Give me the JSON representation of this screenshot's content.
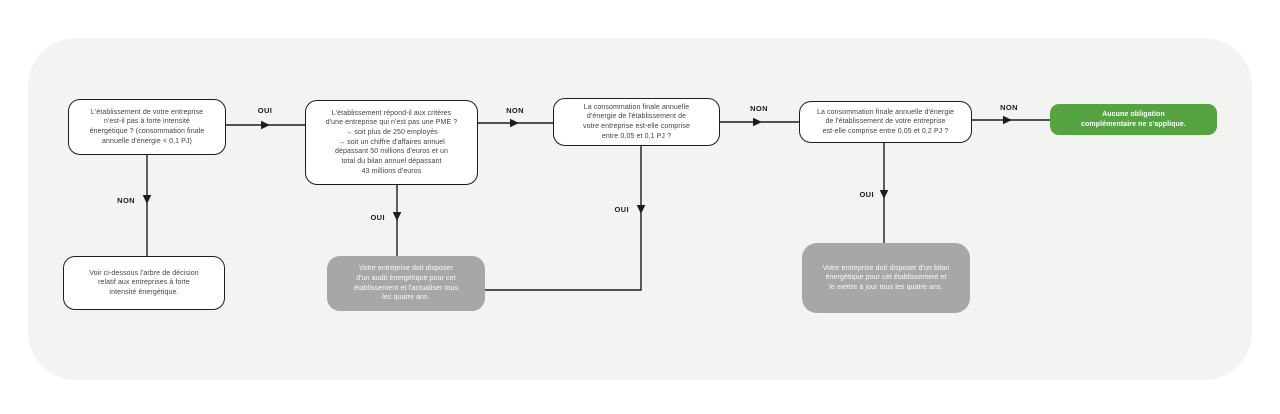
{
  "flowchart": {
    "nodes": {
      "q1": "L'établissement de votre entreprise\nn'est-il pas à forte intensité\nénergétique ? (consommation finale\nannuelle d'énergie < 0,1 PJ)",
      "q2": "L'établissement répond-il aux critères\nd'une entreprise qui n'est pas une PME ?\n→ soit plus de 250 employés\n→ soit un chiffre d'affaires annuel\ndépassant 50 millions d'euros et un\ntotal du bilan annuel dépassant\n43 millions d'euros",
      "q3": "La consommation finale annuelle\nd'énergie de l'établissement de\nvotre entreprise est-elle comprise\nentre 0,05 et 0,1 PJ ?",
      "q4": "La consommation finale annuelle d'énergie\nde l'établissement de votre entreprise\nest-elle comprise entre 0,05 et 0,2 PJ ?",
      "no_obligation": "Aucune obligation\ncomplémentaire ne s'applique.",
      "see_below": "Voir ci-dessous l'arbre de décision\nrelatif aux entreprises à forte\nintensité énergétique.",
      "audit": "Votre entreprise doit disposer\nd'un audit énergétique pour cet\nétablissement et l'actualiser tous\nles quatre ans.",
      "bilan": "Votre entreprise doit disposer d'un bilan\nénergétique pour cet établissement et\nle mettre à jour tous les quatre ans."
    },
    "edge_labels": {
      "q1_right": "OUI",
      "q1_down": "NON",
      "q2_right": "NON",
      "q2_down": "OUI",
      "q3_right": "NON",
      "q3_down": "OUI",
      "q4_right": "NON",
      "q4_down": "OUI"
    },
    "colors": {
      "panel_background": "#f3f3f1",
      "node_border": "#1d1d1b",
      "connector": "#1d1d1b",
      "success_green": "#55a441",
      "result_gray": "#a7a7a7"
    }
  }
}
